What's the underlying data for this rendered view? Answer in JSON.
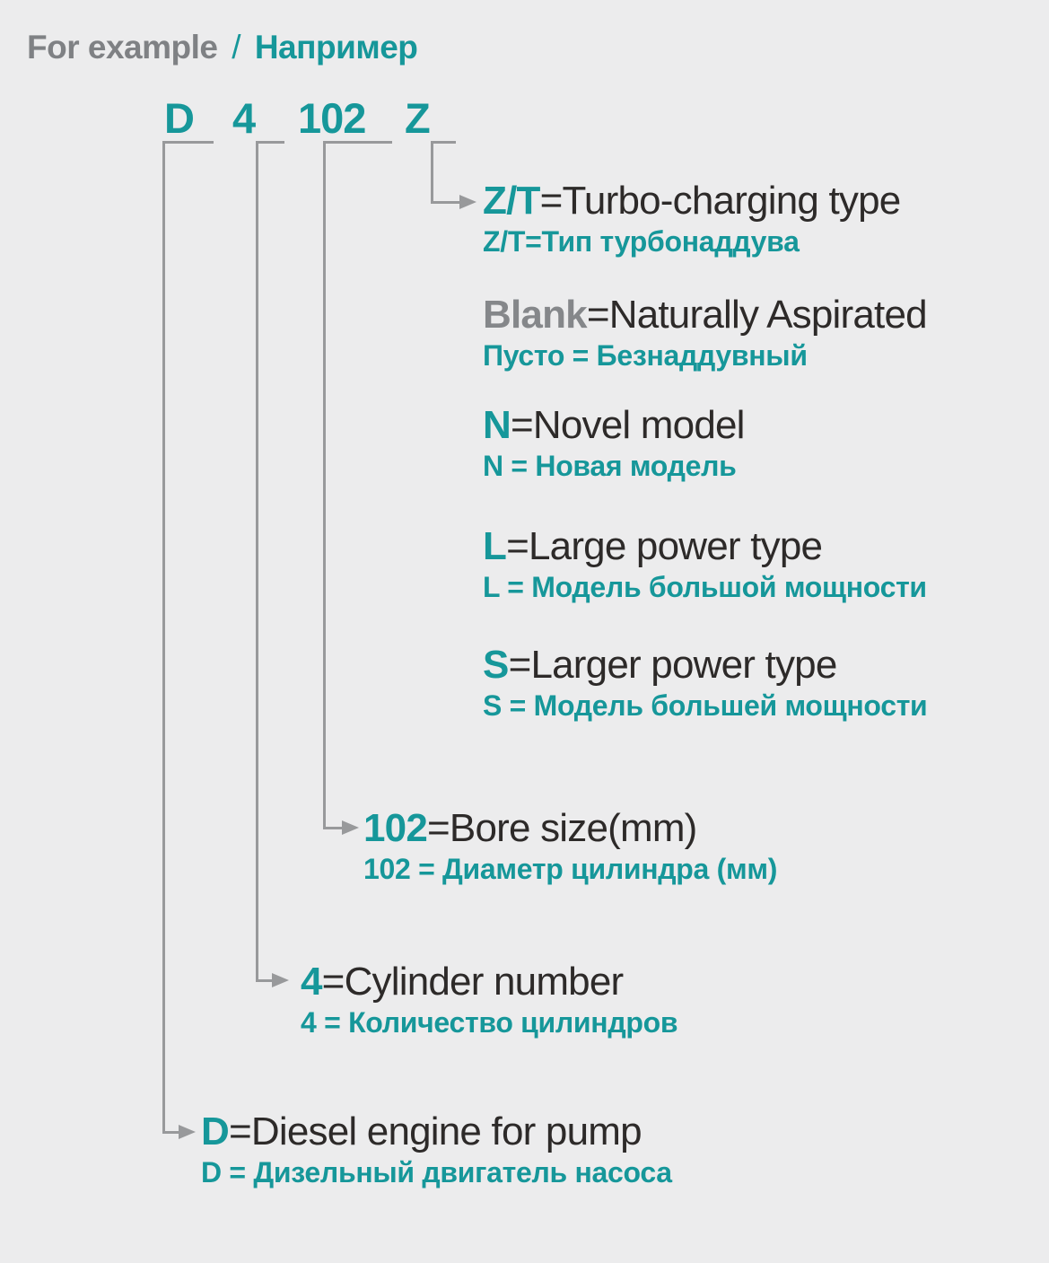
{
  "header": {
    "example_en": "For example",
    "divider": "/",
    "example_ru": "Например"
  },
  "model": {
    "chars": [
      "D",
      "4",
      "102",
      "Z"
    ]
  },
  "definitions": [
    {
      "id": "zt",
      "key": "Z/T",
      "en_rest": "=Turbo-charging type",
      "ru": "Z/T=Тип турбонаддува"
    },
    {
      "id": "blank",
      "key": "Blank",
      "en_rest": "=Naturally Aspirated",
      "ru": "Пусто = Безнаддувный"
    },
    {
      "id": "n",
      "key": "N",
      "en_rest": "=Novel model",
      "ru": "N = Новая модель"
    },
    {
      "id": "l",
      "key": "L",
      "en_rest": "=Large power type",
      "ru": "L = Модель большой мощности"
    },
    {
      "id": "s",
      "key": "S",
      "en_rest": "=Larger power type",
      "ru": "S = Модель большей мощности"
    },
    {
      "id": "bore",
      "key": "102",
      "en_rest": "=Bore size(mm)",
      "ru": "102 = Диаметр цилиндра (мм)"
    },
    {
      "id": "cyl",
      "key": "4",
      "en_rest": "=Cylinder number",
      "ru": "4 = Количество цилиндров"
    },
    {
      "id": "diesel",
      "key": "D",
      "en_rest": "=Diesel engine for pump",
      "ru": "D = Дизельный двигатель насоса"
    }
  ],
  "colors": {
    "teal": "#16979a",
    "dark_text": "#2d2a29",
    "gray_text": "#7f8184",
    "blank_key_gray": "#85878a",
    "connector_line": "#98999b",
    "background": "#ececed"
  }
}
